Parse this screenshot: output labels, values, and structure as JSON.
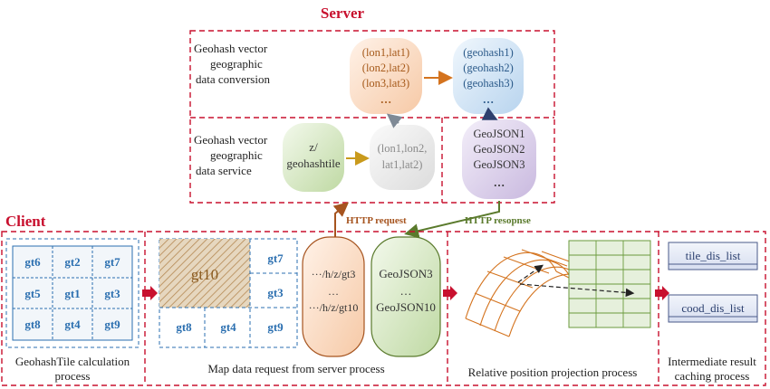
{
  "server": {
    "title": "Server",
    "conversion_label": [
      "Geohash vector",
      "geographic",
      "data  conversion"
    ],
    "service_label": [
      "Geohash vector",
      "geographic",
      "data  service"
    ],
    "coords": [
      "(lon1,lat1)",
      "(lon2,lat2)",
      "(lon3,lat3)",
      "…"
    ],
    "geohashes": [
      "(geohash1)",
      "(geohash2)",
      "(geohash3)",
      "…"
    ],
    "request_node": [
      "z/",
      "geohashtile"
    ],
    "bbox_node": [
      "(lon1,lon2,",
      "lat1,lat2)"
    ],
    "geojson_node": [
      "GeoJSON1",
      "GeoJSON2",
      "GeoJSON3",
      "…"
    ]
  },
  "client": {
    "title": "Client",
    "http_request": "HTTP request",
    "http_response": "HTTP resopnse",
    "tile_grid": [
      [
        "gt6",
        "gt2",
        "gt7"
      ],
      [
        "gt5",
        "gt1",
        "gt3"
      ],
      [
        "gt8",
        "gt4",
        "gt9"
      ]
    ],
    "map_tiles": {
      "big": "gt10",
      "r1": "gt7",
      "r2": "gt3",
      "b1": "gt8",
      "b2": "gt4",
      "b3": "gt9"
    },
    "urls": [
      "···/h/z/gt3",
      "…",
      "···/h/z/gt10"
    ],
    "geojson_list": [
      "GeoJSON3",
      "…",
      "GeoJSON10"
    ],
    "cache_items": [
      "tile_dis_list",
      "cood_dis_list"
    ],
    "process_labels": {
      "p1": [
        "GeohashTile calculation",
        "process"
      ],
      "p2": [
        "Map data request from server process"
      ],
      "p3": [
        "Relative position projection process"
      ],
      "p4": [
        "Intermediate result",
        "caching process"
      ]
    }
  },
  "colors": {
    "frame_red": "#c8102e",
    "tile_blue": "#2b6fb0",
    "orange_node": "#f9d9c2",
    "blue_node": "#cfe2f3",
    "green_node": "#d4e6bf",
    "purple_node": "#d9cfe6",
    "grey_node": "#e9e9e9",
    "hatch": "#b58a55"
  }
}
